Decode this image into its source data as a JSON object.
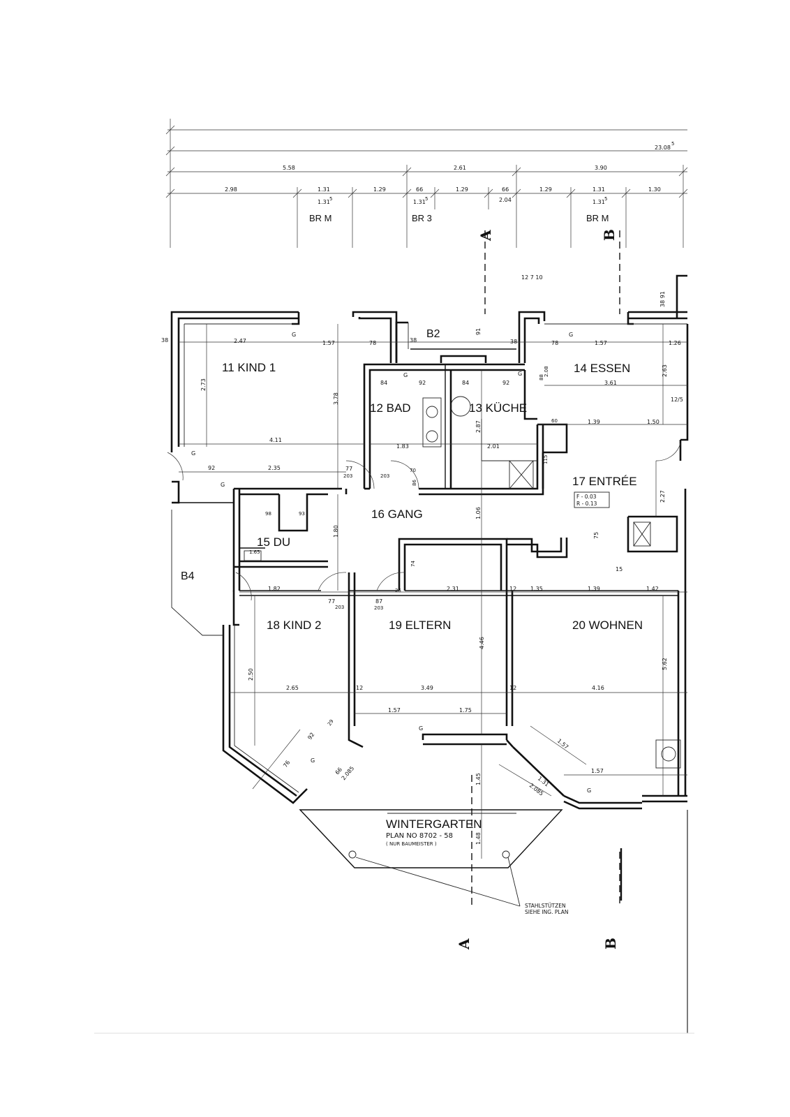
{
  "rooms": {
    "kind1": "11  KIND  1",
    "bad": "12 BAD",
    "kueche": "13 KÜCHE",
    "essen": "14  ESSEN",
    "du": "15 DU",
    "gang": "16  GANG",
    "entree": "17  ENTRÉE",
    "kind2": "18  KIND  2",
    "eltern": "19  ELTERN",
    "wohnen": "20  WOHNEN",
    "wintergarten": "WINTERGARTEN"
  },
  "wintergarten_note": {
    "plan": "PLAN NO  8702 - 58",
    "sub": "( NUR BAUMEISTER )"
  },
  "labels": {
    "b2": "B2",
    "b4": "B4",
    "br_m_left": "BR M",
    "br_3": "BR 3",
    "br_m_right": "BR M",
    "entree_f": "F - 0.03",
    "entree_r": "R - 0.13"
  },
  "steel_note": {
    "line1": "STAHLSTÜTZEN",
    "line2": "SIEHE ING. PLAN"
  },
  "section_marks": {
    "a_top": "A",
    "b_top": "B",
    "a_bottom": "A",
    "b_bottom": "B"
  },
  "top_dims": {
    "overall": "23.08",
    "overall_sup": "5",
    "row2": [
      "5.58",
      "2.61",
      "3.90"
    ],
    "row3": [
      "2.98",
      "1.31",
      "1.29",
      "66",
      "1.29",
      "66",
      "1.29",
      "1.31",
      "1.30"
    ],
    "row3b": [
      "1.31",
      "1.31",
      "2.04",
      "1.31"
    ],
    "sup5": "5"
  },
  "inner_dims": {
    "d247": "2.47",
    "d157a": "1.57",
    "d78a": "78",
    "d38a": "38",
    "d38b": "38",
    "d78b": "78",
    "d157b": "1.57",
    "d126": "1.26",
    "d273": "2.73",
    "d378": "3.78",
    "d411": "4.11",
    "d235": "2.35",
    "d92a": "92",
    "d183": "1.83",
    "d201": "2.01",
    "d139a": "1.39",
    "d150": "1.50",
    "d361": "3.61",
    "d263": "2.63",
    "d287": "2.87",
    "d180": "1.80",
    "d106": "1.06",
    "d227": "2.27",
    "d182": "1.82",
    "d231": "2.31",
    "d135": "1.35",
    "d139b": "1.39",
    "d142": "1.42",
    "d250": "2.50",
    "d265": "2.65",
    "d349": "3.49",
    "d416": "4.16",
    "d562": "5.62",
    "d446": "4.46",
    "d157c": "1.57",
    "d175": "1.75",
    "d157d": "1.57",
    "d157e": "1.57",
    "d145": "1.45",
    "d148": "1.48",
    "d131": "1.31",
    "d2085a": "2.085",
    "d2085b": "2.085",
    "d12": "12",
    "d77": "77",
    "d87": "87",
    "d203": "203",
    "d84": "84",
    "d92b": "92",
    "d75": "75",
    "d15": "15",
    "d165": "1.65",
    "d98": "98",
    "d93": "93",
    "d7_10": "12  7 10",
    "d91": "91",
    "d38_91": "38  91",
    "d60": "60",
    "d115": "115",
    "d12_5": "12/5",
    "d208": "2.08",
    "d88": "88",
    "d92c": "92",
    "d76": "76",
    "d66": "66",
    "d29": "29",
    "d74": "74",
    "d25": "25",
    "d70": "70",
    "d86": "86",
    "g": "G"
  }
}
